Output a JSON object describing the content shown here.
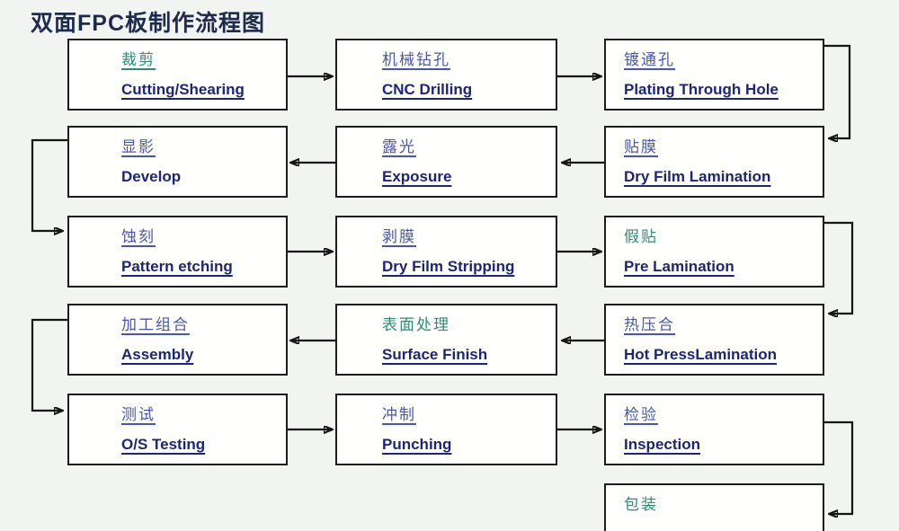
{
  "title": "双面FPC板制作流程图",
  "colors": {
    "background": "#f1f4f1",
    "box_border": "#1c1c1c",
    "chinese_blue": "#4a57a8",
    "chinese_teal": "#2e8a74",
    "english_navy": "#1c2674",
    "arrow": "#161616"
  },
  "flow_order_note": "serpentine: row1 left-to-right, row2 right-to-left, row3 left-to-right, row4 right-to-left, row5 left-to-right, then down to packing",
  "nodes": [
    {
      "cn": "裁剪",
      "en": "Cutting/Shearing"
    },
    {
      "cn": "机械钻孔",
      "en": "CNC Drilling"
    },
    {
      "cn": "镀通孔",
      "en": "Plating Through Hole"
    },
    {
      "cn": "显影",
      "en": "Develop"
    },
    {
      "cn": "露光",
      "en": "Exposure"
    },
    {
      "cn": "贴膜",
      "en": "Dry Film Lamination"
    },
    {
      "cn": "蚀刻",
      "en": "Pattern etching"
    },
    {
      "cn": "剥膜",
      "en": "Dry Film Stripping"
    },
    {
      "cn": "假贴",
      "en": "Pre Lamination"
    },
    {
      "cn": "加工组合",
      "en": "Assembly"
    },
    {
      "cn": "表面处理",
      "en": "Surface Finish"
    },
    {
      "cn": "热压合",
      "en": "Hot PressLamination"
    },
    {
      "cn": "测试",
      "en": "O/S Testing"
    },
    {
      "cn": "冲制",
      "en": "Punching"
    },
    {
      "cn": "检验",
      "en": "Inspection"
    },
    {
      "cn": "包装",
      "en": ""
    }
  ]
}
